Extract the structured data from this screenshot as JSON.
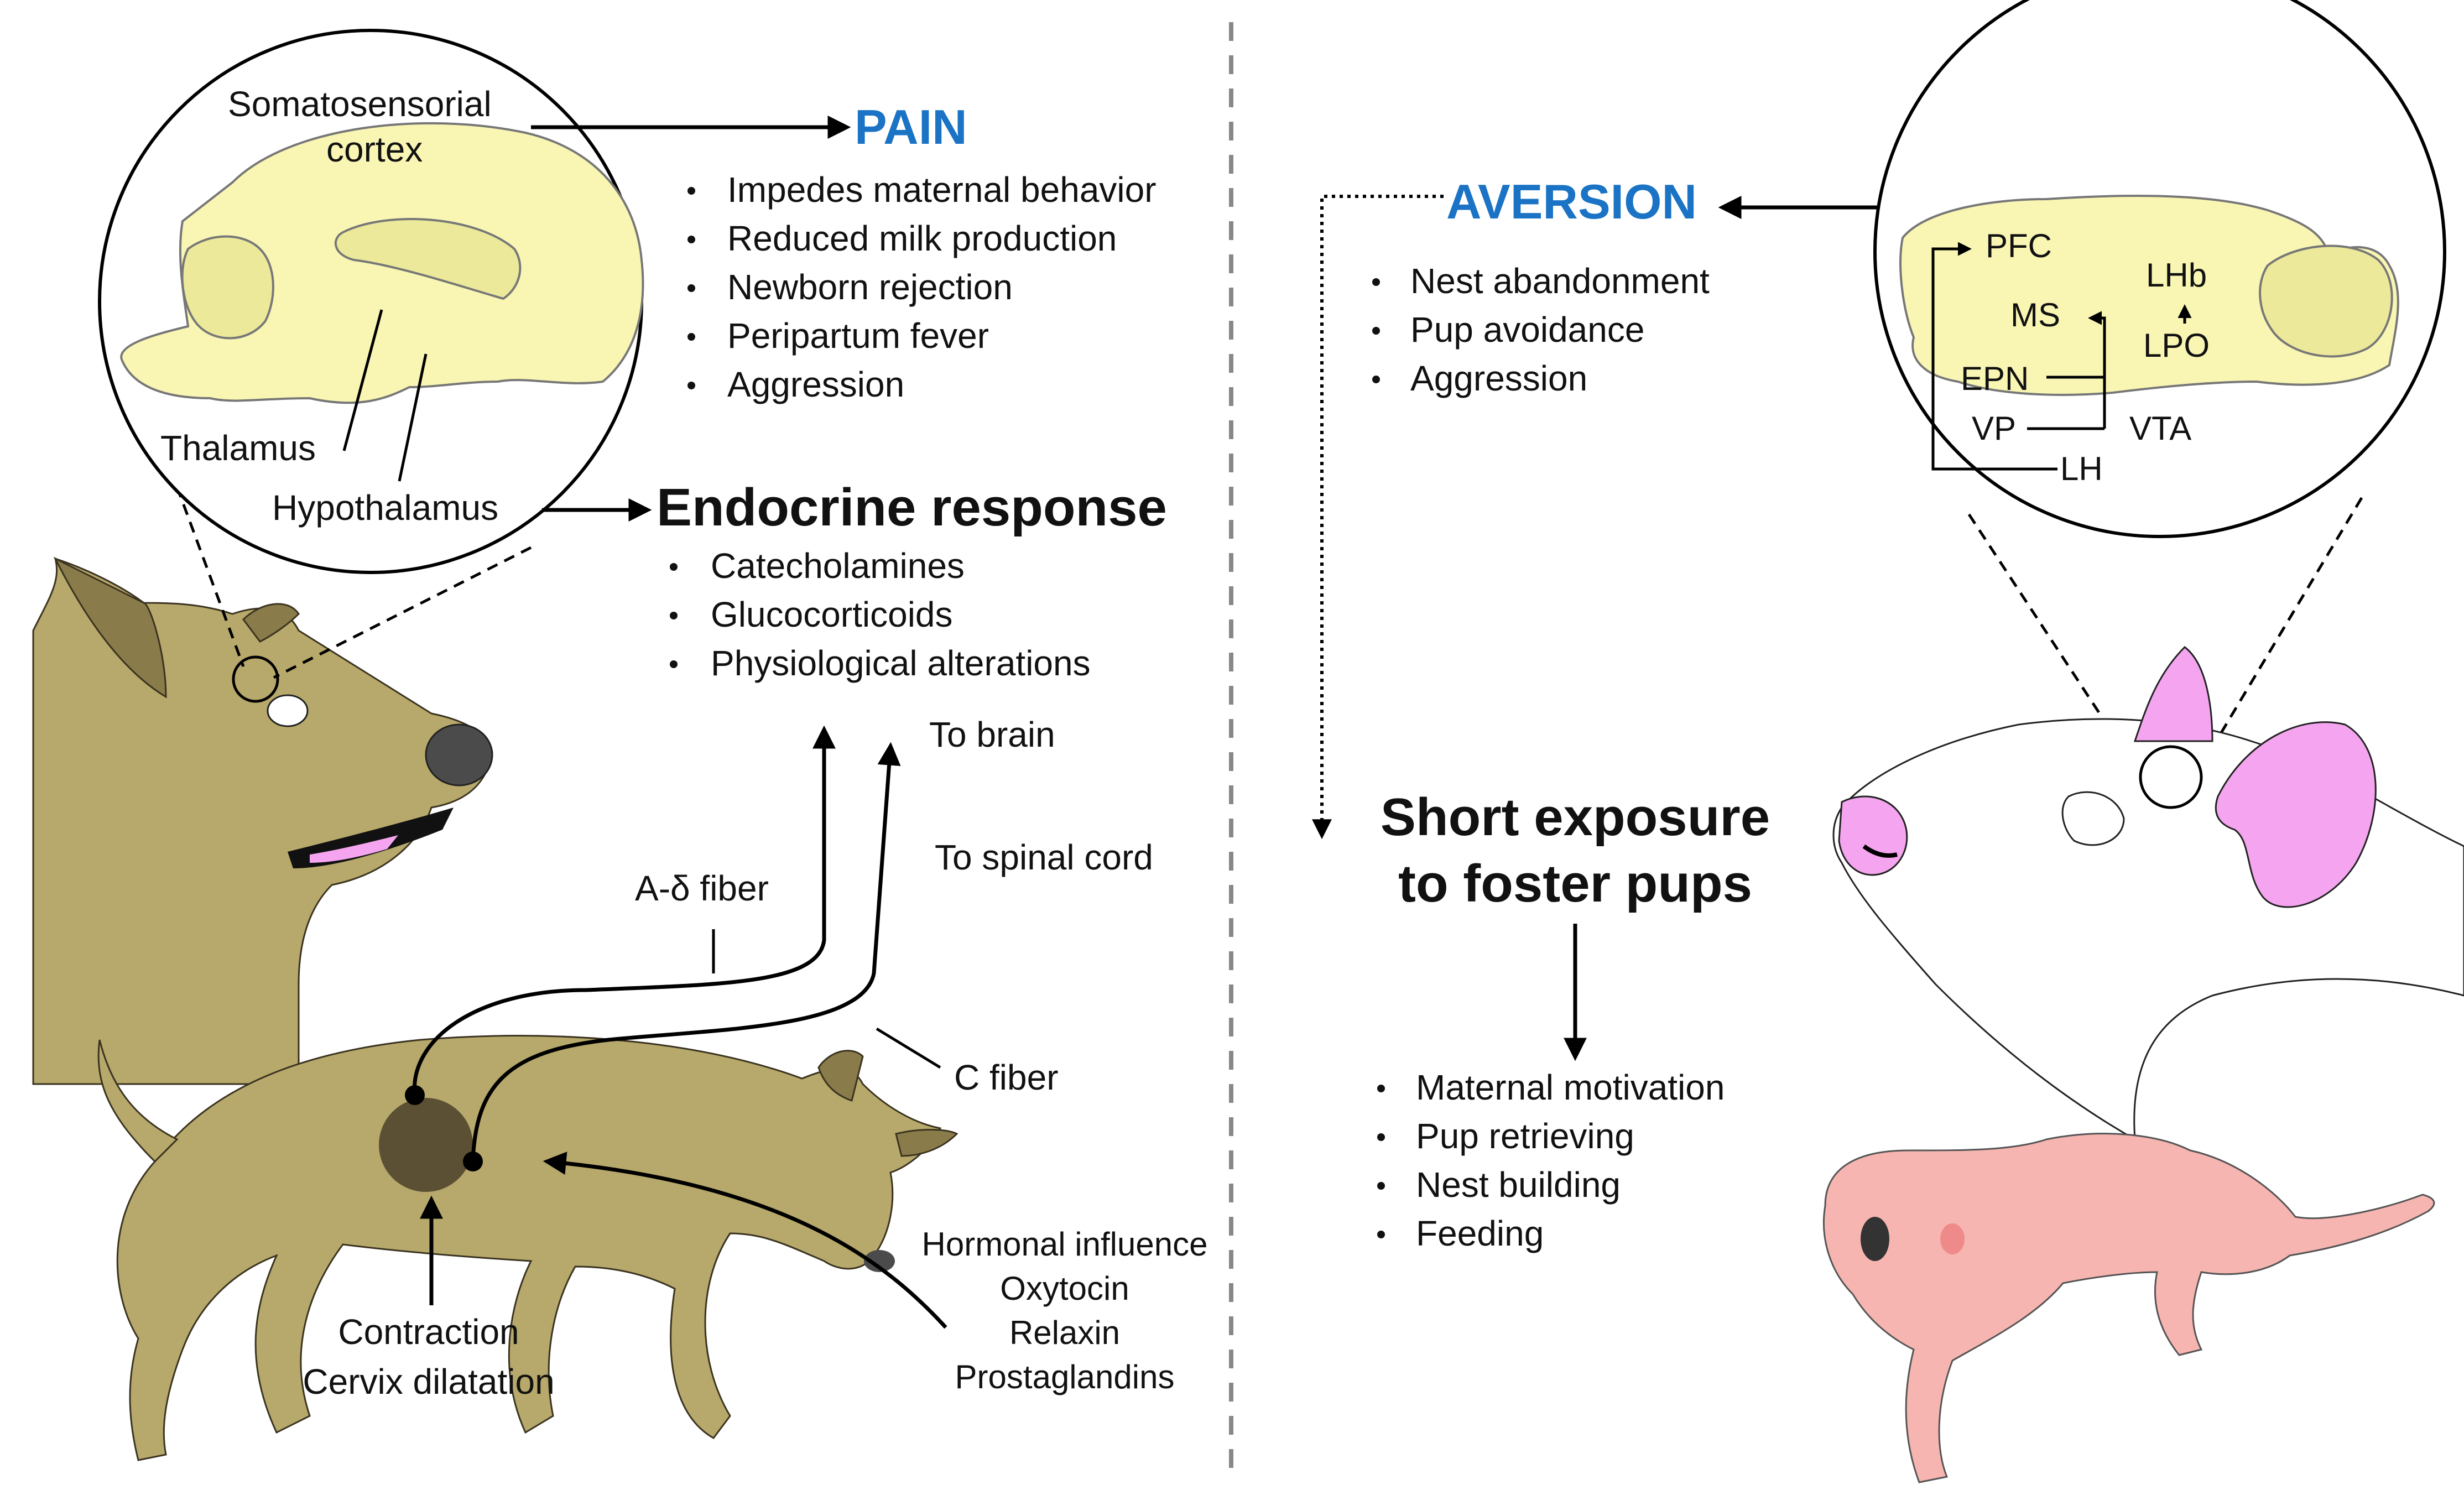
{
  "colors": {
    "accent_blue": "#1a73c4",
    "brain_fill": "#f9f6b4",
    "dog_fill": "#b7a86b",
    "dog_dark": "#8a7b4a",
    "uterus_fill": "#5b5034",
    "pink": "#f5a5ef",
    "pup_pink": "#f6b5b0"
  },
  "pain": {
    "title": "PAIN",
    "items": [
      "Impedes maternal behavior",
      "Reduced milk production",
      "Newborn rejection",
      "Peripartum fever",
      "Aggression"
    ]
  },
  "brain": {
    "cortex": "Somatosensorial",
    "cortex2": "cortex",
    "thalamus": "Thalamus",
    "hypothalamus": "Hypothalamus"
  },
  "endocrine": {
    "title": "Endocrine response",
    "items": [
      "Catecholamines",
      "Glucocorticoids",
      "Physiological alterations"
    ]
  },
  "fibers": {
    "to_brain": "To brain",
    "to_spinal": "To spinal cord",
    "a_delta": "A-δ fiber",
    "c_fiber": "C fiber"
  },
  "labor": {
    "line1": "Contraction",
    "line2": "Cervix dilatation"
  },
  "hormonal": {
    "lines": [
      "Hormonal influence",
      "Oxytocin",
      "Relaxin",
      "Prostaglandins"
    ]
  },
  "aversion": {
    "title": "AVERSION",
    "items": [
      "Nest abandonment",
      "Pup avoidance",
      "Aggression"
    ]
  },
  "rat_brain": {
    "pfc": "PFC",
    "lhb": "LHb",
    "ms": "MS",
    "lpo": "LPO",
    "epn": "EPN",
    "vp": "VP",
    "vta": "VTA",
    "lh": "LH"
  },
  "exposure": {
    "line1": "Short exposure",
    "line2": "to foster pups"
  },
  "maternal": {
    "items": [
      "Maternal motivation",
      "Pup retrieving",
      "Nest building",
      "Feeding"
    ]
  }
}
